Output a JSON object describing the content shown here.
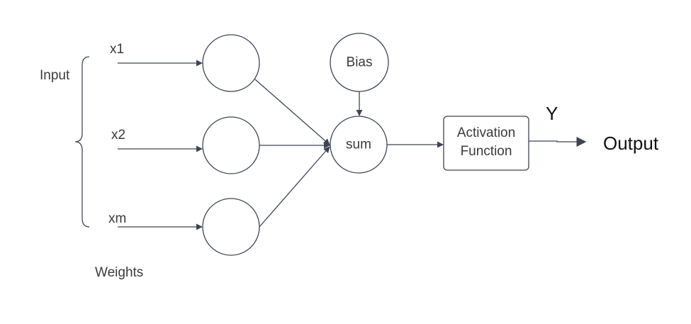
{
  "labels": {
    "input": "Input",
    "x1": "x1",
    "x2": "x2",
    "xm": "xm",
    "weights": "Weights",
    "bias": "Bias",
    "sum": "sum",
    "activation_line1": "Activation",
    "activation_line2": "Function",
    "y": "Y",
    "output": "Output"
  },
  "colors": {
    "stroke": "#3d4554",
    "text": "#3a3a3a",
    "background": "#ffffff"
  }
}
